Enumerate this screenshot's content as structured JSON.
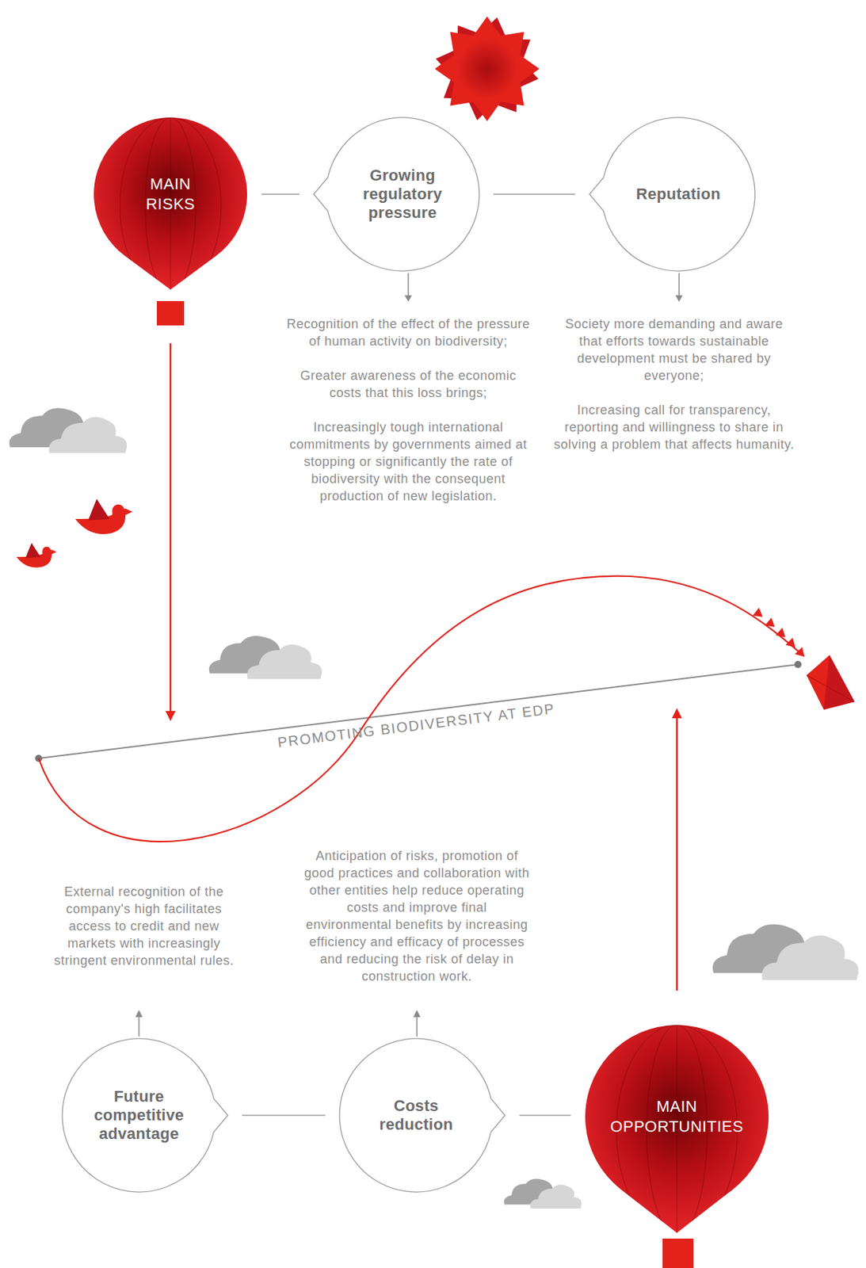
{
  "diagram": {
    "nodes": [
      {
        "text": [
          "MAIN RISKS"
        ]
      },
      {
        "text": [
          "Growing regulatory pressure"
        ]
      },
      {
        "text": [
          "Reputation"
        ]
      },
      {
        "text": [
          "Future competitive advantage"
        ]
      },
      {
        "text": [
          "Costs reduction"
        ]
      },
      {
        "text": [
          "MAIN OPPORTUNITIES"
        ]
      }
    ],
    "edges": [
      {
        "from": 0,
        "to": 1,
        "arrow": "none"
      },
      {
        "from": 1,
        "to": 2,
        "arrow": "none"
      },
      {
        "from": 3,
        "to": 4,
        "arrow": "none"
      },
      {
        "from": 4,
        "to": 5,
        "arrow": "none"
      }
    ],
    "labels": [
      "Recognition of the effect of the pressure of human activity on biodiversity;",
      "Greater awareness of the economic costs that this loss brings;",
      "Increasingly tough international commitments by governments aimed at stopping or significantly the rate of biodiversity with the consequent production of new legislation.",
      "Society more demanding and aware that efforts towards sustainable development must be shared by everyone;",
      "Increasing call for transparency, reporting and willingness to share in solving a problem that affects humanity.",
      "PROMOTING BIODIVERSITY AT EDP",
      "Anticipation of risks, promotion of good practices and collaboration with other entities help reduce operating costs and improve final environmental benefits by increasing efficiency and efficacy of processes and reducing the risk of delay in construction work.",
      "External recognition of the company's high facilitates access to credit and new markets with increasingly stringent environmental rules."
    ]
  }
}
